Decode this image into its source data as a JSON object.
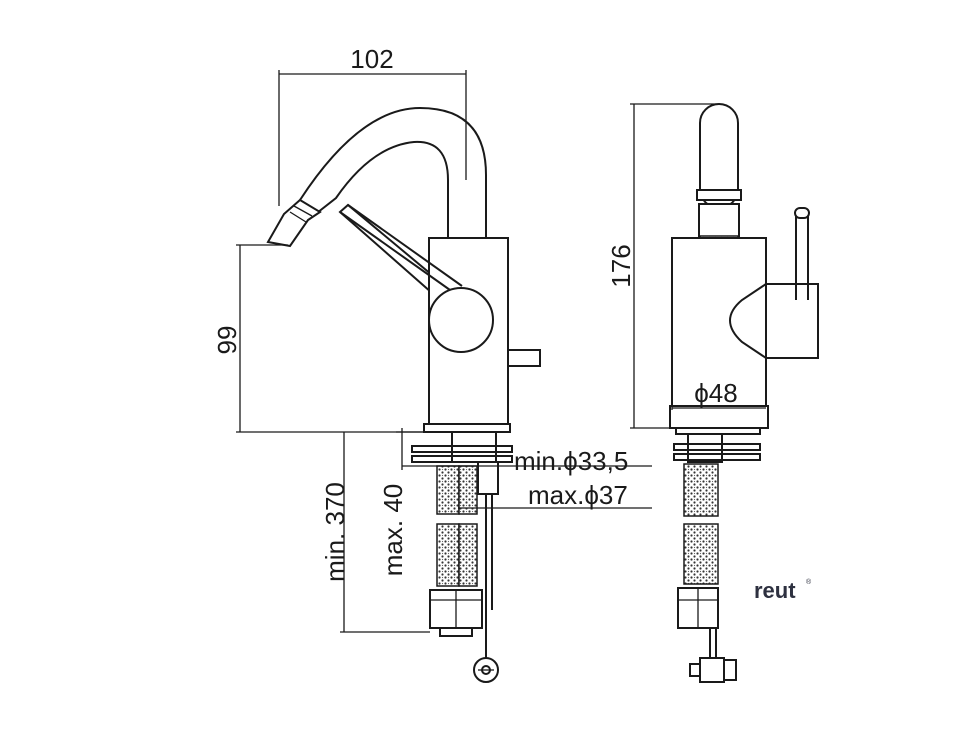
{
  "dimensions": {
    "spout_reach": "102",
    "spout_height": "99",
    "total_height": "176",
    "body_diameter": "ϕ48",
    "hole_min": "min.ϕ33,5",
    "hole_max": "max.ϕ37",
    "deck_max": "max. 40",
    "hose_min": "min. 370"
  },
  "brand": {
    "name": "reut",
    "mark": "®"
  }
}
